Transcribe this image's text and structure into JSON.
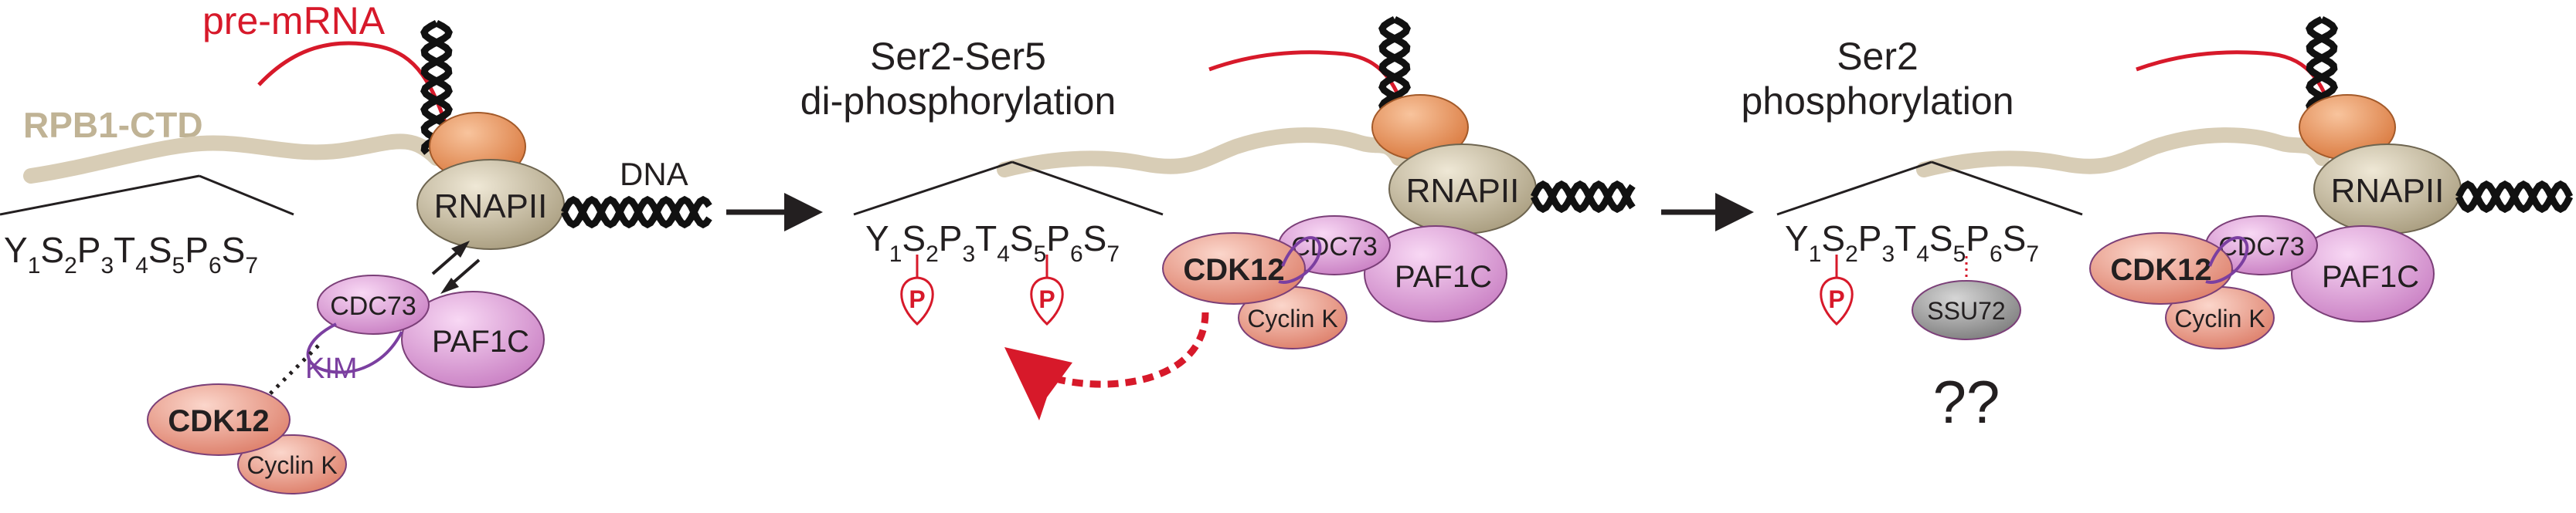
{
  "labels": {
    "pre_mrna": "pre-mRNA",
    "rpb1_ctd": "RPB1-CTD",
    "dna": "DNA",
    "kim": "KIM",
    "questions": "??",
    "ssu72": "SSU72",
    "phospho": "P"
  },
  "panels": [
    {
      "title": []
    },
    {
      "title": [
        "Ser2-Ser5",
        "di-phosphorylation"
      ]
    },
    {
      "title": [
        "Ser2",
        "phosphorylation"
      ]
    }
  ],
  "proteins": {
    "rnapii": "RNAPII",
    "cdc73": "CDC73",
    "paf1c": "PAF1C",
    "cdk12": "CDK12",
    "cyclin_k": "Cyclin K"
  },
  "ctd_motif": [
    {
      "res": "Y",
      "n": "1"
    },
    {
      "res": "S",
      "n": "2"
    },
    {
      "res": "P",
      "n": "3"
    },
    {
      "res": "T",
      "n": "4"
    },
    {
      "res": "S",
      "n": "5"
    },
    {
      "res": "P",
      "n": "6"
    },
    {
      "res": "S",
      "n": "7"
    }
  ],
  "colors": {
    "rna": "#d7192a",
    "ctd_tail": "#d8cdb6",
    "ctd_label": "#c0b395",
    "rnapii": "#c2b79b",
    "orange": "#e89a63",
    "pink": "#e9a8e3",
    "salmon": "#f2a796",
    "grey": "#9c9c9c",
    "purple": "#7b3fa0",
    "arrow": "#231f20",
    "phospho": "#d7192a"
  }
}
